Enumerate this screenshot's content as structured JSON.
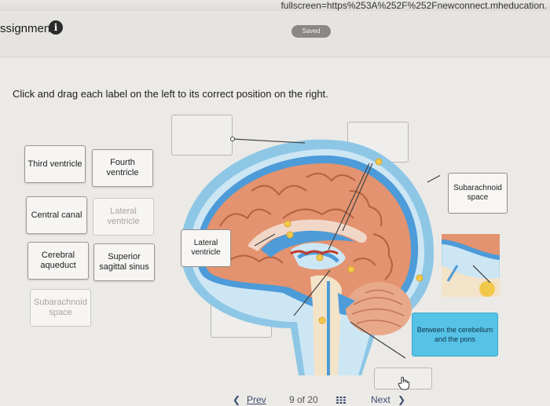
{
  "browser": {
    "url": "fullscreen=https%253A%252F%252Fnewconnect.mheducation."
  },
  "header": {
    "title": "ssignment",
    "info_icon": "info-icon",
    "status": "Saved"
  },
  "instruction": "Click and drag each label on the left to its correct position on the right.",
  "label_bank": [
    {
      "label": "Third ventricle",
      "state": "available"
    },
    {
      "label": "Fourth ventricle",
      "state": "available"
    },
    {
      "label": "Central canal",
      "state": "available"
    },
    {
      "label": "Lateral ventricle",
      "state": "used"
    },
    {
      "label": "Cerebral aqueduct",
      "state": "available"
    },
    {
      "label": "Superior sagittal sinus",
      "state": "available"
    },
    {
      "label": "Subarachnoid space",
      "state": "used"
    }
  ],
  "placed_labels": {
    "lateral": "Lateral ventricle",
    "subarachnoid": "Subarachnoid space",
    "between": "Between the cerebellum and the pons"
  },
  "pager": {
    "prev": "Prev",
    "position": "9 of 20",
    "next": "Next"
  },
  "colors": {
    "ventricle_blue": "#4d9bd8",
    "brain_tissue": "#e3936f",
    "tip_blue": "#56c2e6",
    "marker_yellow": "#f2c84b"
  }
}
